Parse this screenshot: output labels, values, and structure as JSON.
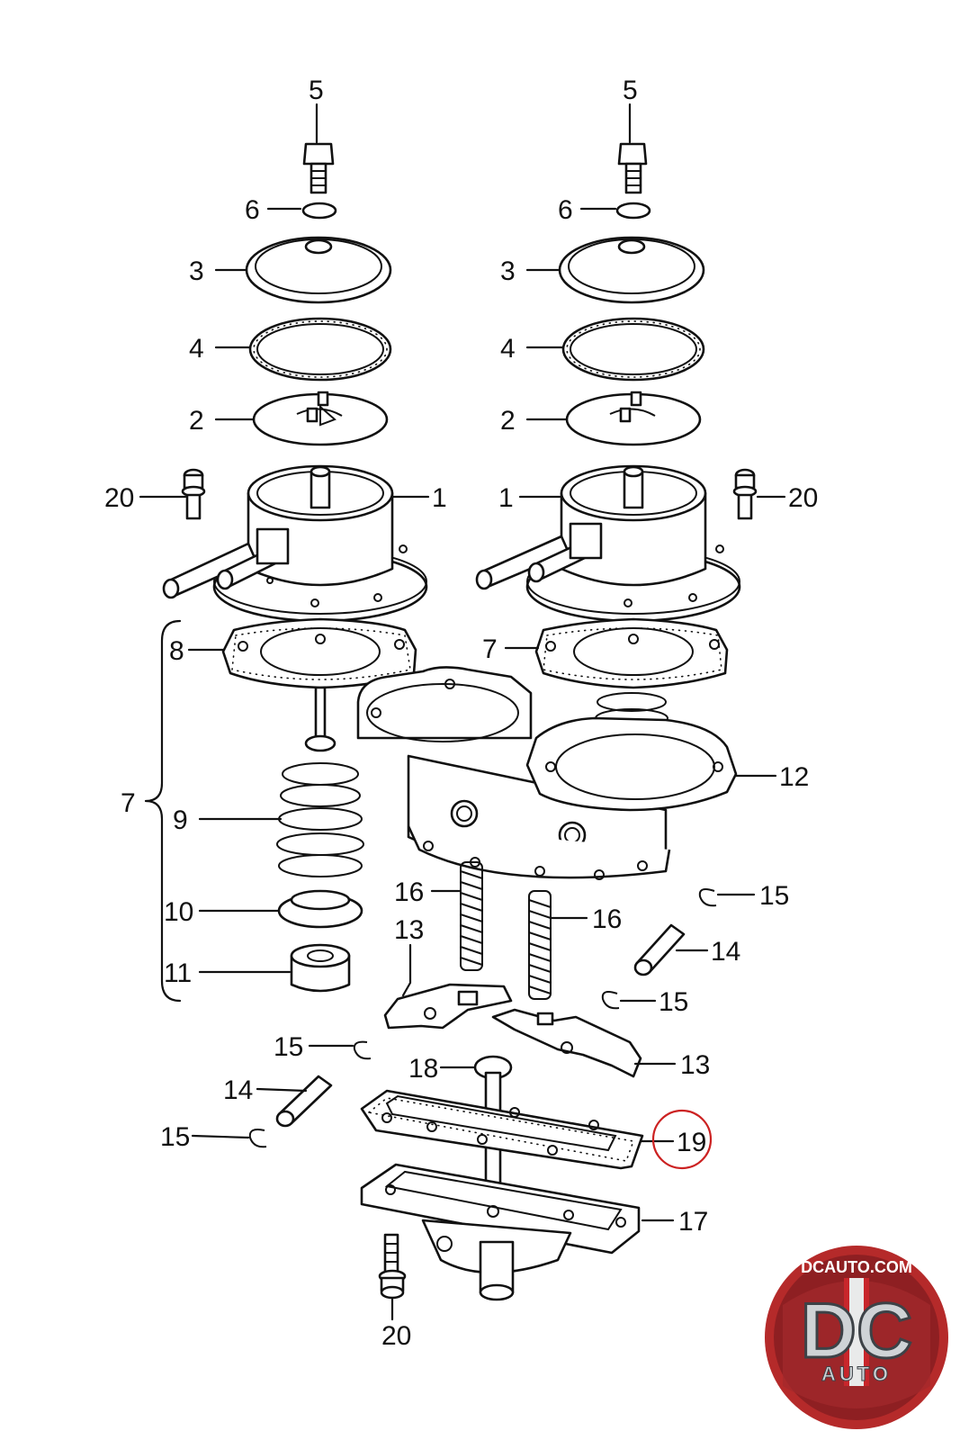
{
  "diagram": {
    "callouts": {
      "l5": "5",
      "l6": "6",
      "l3": "3",
      "l4": "4",
      "l2": "2",
      "l1": "1",
      "l20": "20",
      "l8": "8",
      "l7": "7",
      "l9": "9",
      "l10": "10",
      "l11": "11",
      "r5": "5",
      "r6": "6",
      "r3": "3",
      "r4": "4",
      "r2": "2",
      "r1": "1",
      "r20": "20",
      "r7": "7",
      "c12": "12",
      "c15a": "15",
      "c16a": "16",
      "c16b": "16",
      "c14a": "14",
      "c13a": "13",
      "c15b": "15",
      "c15c": "15",
      "c13b": "13",
      "c18": "18",
      "c14b": "14",
      "c19": "19",
      "c15d": "15",
      "c17": "17",
      "c20b": "20"
    },
    "highlight": {
      "part": "19",
      "color": "#cc2222"
    }
  },
  "logo": {
    "url_text": "DCAUTO.COM",
    "mark": "DC",
    "sub": "AUTO",
    "colors": {
      "ring": "#b52a2a",
      "silver": "#cfd3d6",
      "dark": "#4a4f55",
      "red": "#c8262b"
    }
  }
}
